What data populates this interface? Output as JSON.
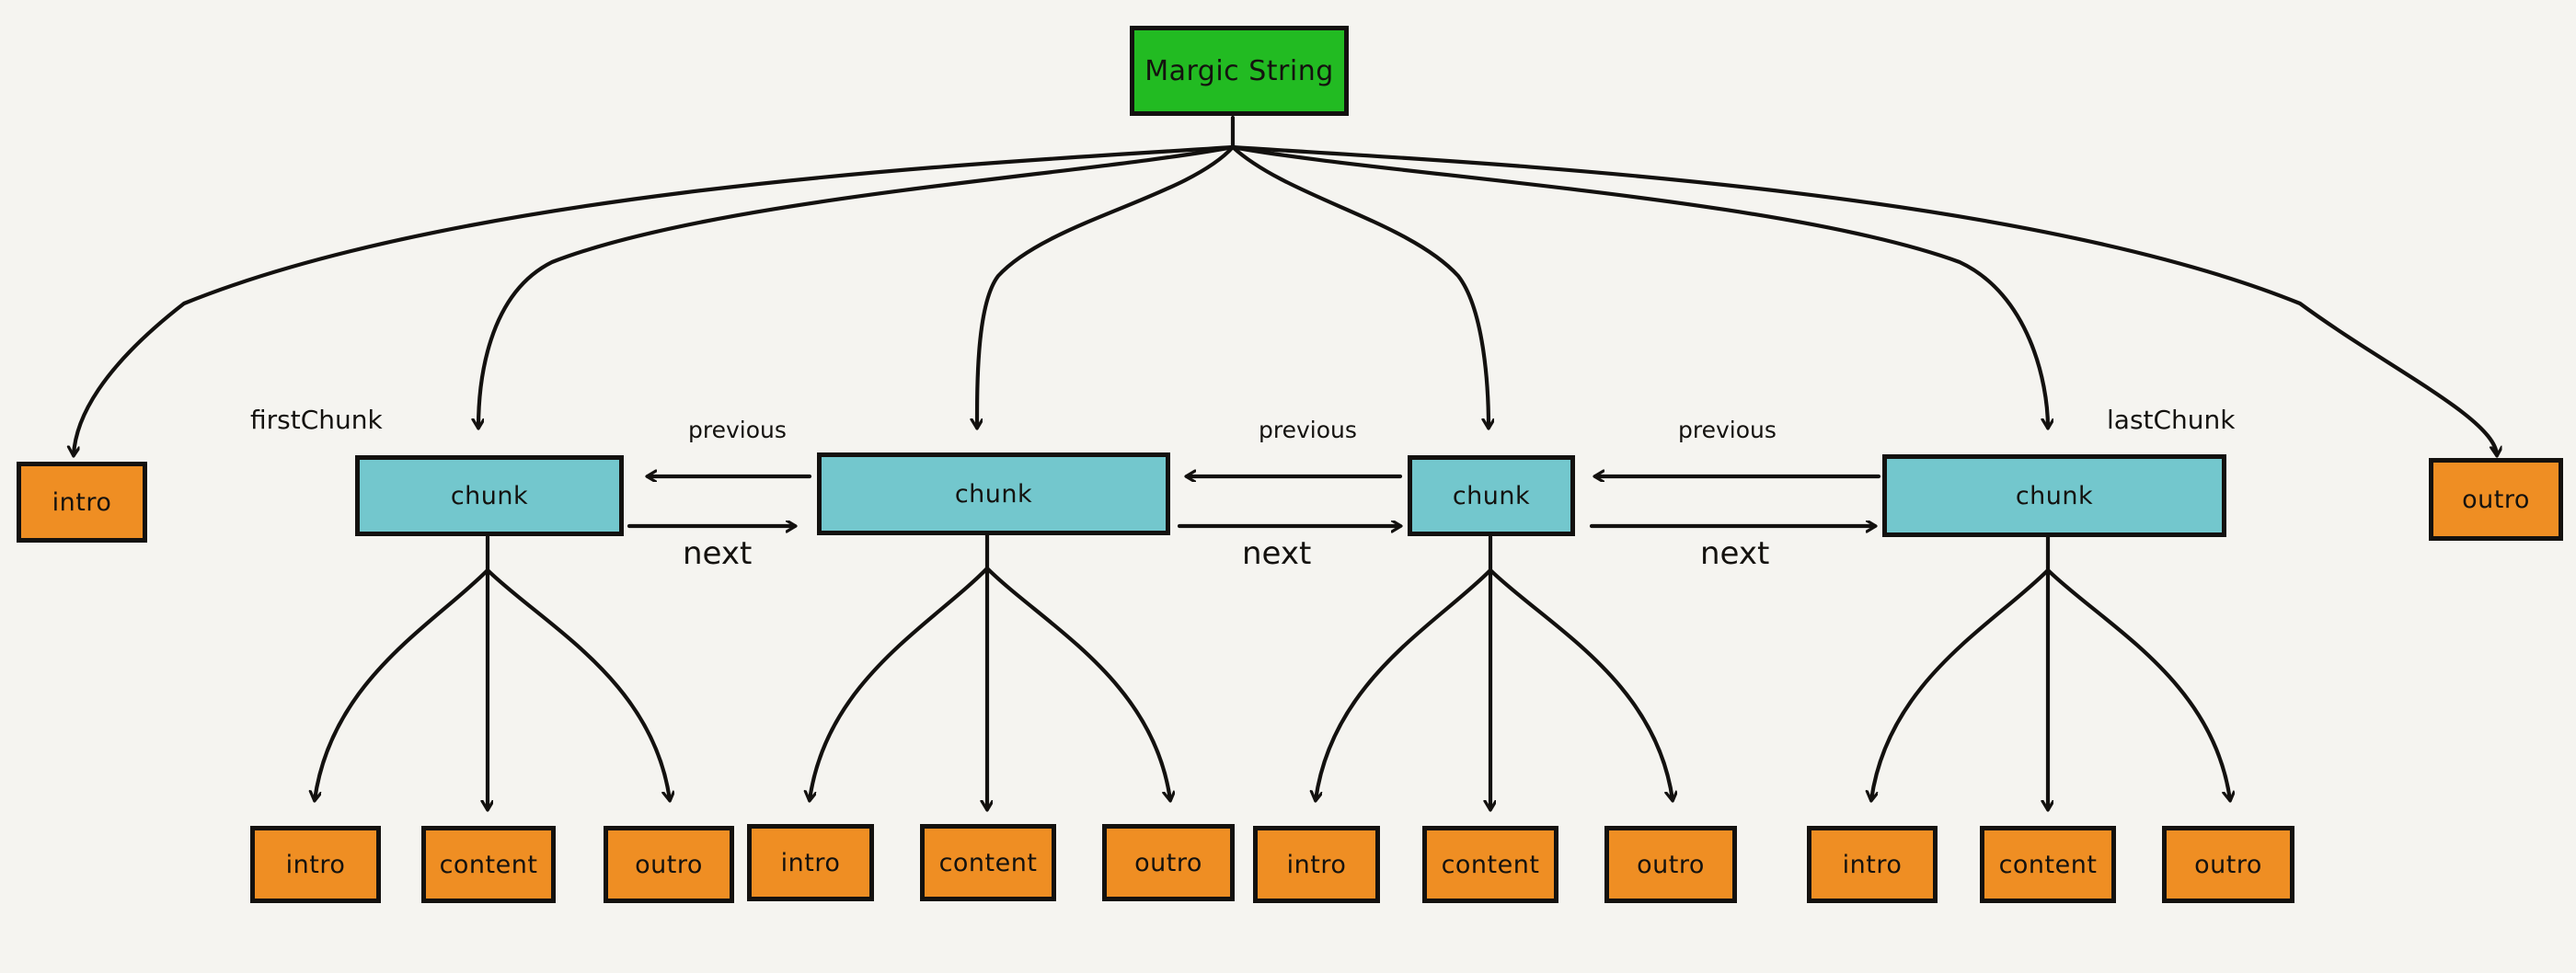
{
  "diagram": {
    "title": "Margic String",
    "background_color": "#f5f4f0",
    "colors": {
      "root": "#22bb22",
      "chunk": "#73c7cd",
      "part": "#ef8e23",
      "stroke": "#13110f"
    }
  },
  "root": {
    "label": "Margic String"
  },
  "refs": {
    "first": "firstChunk",
    "last": "lastChunk"
  },
  "top_parts": {
    "intro": "intro",
    "outro": "outro"
  },
  "chunks": [
    {
      "label": "chunk",
      "parts": [
        "intro",
        "content",
        "outro"
      ]
    },
    {
      "label": "chunk",
      "parts": [
        "intro",
        "content",
        "outro"
      ]
    },
    {
      "label": "chunk",
      "parts": [
        "intro",
        "content",
        "outro"
      ]
    },
    {
      "label": "chunk",
      "parts": [
        "intro",
        "content",
        "outro"
      ]
    }
  ],
  "links": [
    {
      "previous": "previous",
      "next": "next"
    },
    {
      "previous": "previous",
      "next": "next"
    },
    {
      "previous": "previous",
      "next": "next"
    }
  ]
}
